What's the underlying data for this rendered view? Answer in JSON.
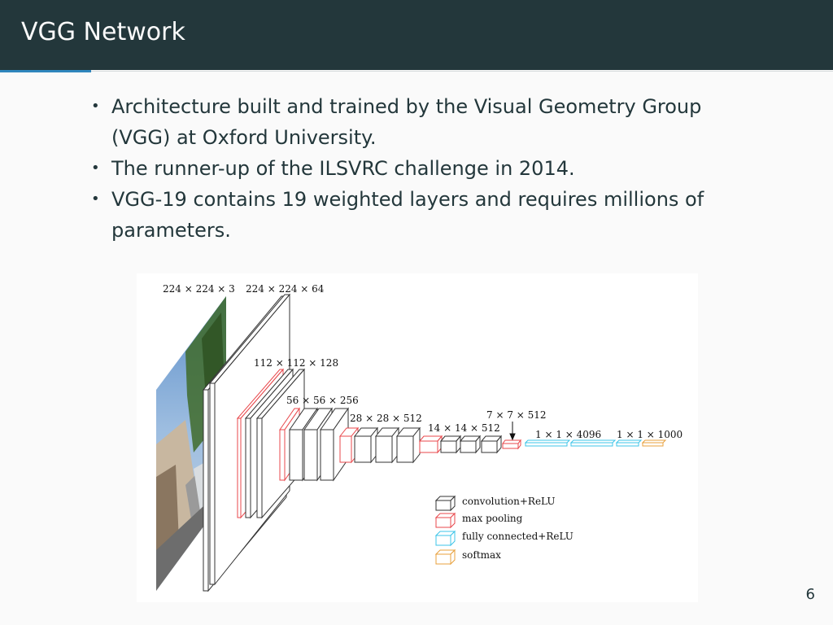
{
  "slide": {
    "title": "VGG Network",
    "page_number": "6",
    "bullets": [
      "Architecture built and trained by the Visual Geometry Group (VGG) at Oxford University.",
      "The runner-up of the ILSVRC challenge in 2014.",
      "VGG-19 contains 19 weighted layers and requires millions of parameters."
    ]
  },
  "diagram": {
    "dims": {
      "input": "224 × 224 × 3",
      "block1": "224 × 224 × 64",
      "block2": "112 × 112 × 128",
      "block3": "56 × 56 × 256",
      "block4": "28 × 28 × 512",
      "block5": "14 × 14 × 512",
      "pool5": "7 × 7 × 512",
      "fc": "1 × 1 × 4096",
      "softmax": "1 × 1 × 1000"
    },
    "legend": [
      {
        "label": "convolution+ReLU",
        "color": "#333333"
      },
      {
        "label": "max pooling",
        "color": "#e8474b"
      },
      {
        "label": "fully connected+ReLU",
        "color": "#3cc4e8"
      },
      {
        "label": "softmax",
        "color": "#e8a03c"
      }
    ]
  }
}
